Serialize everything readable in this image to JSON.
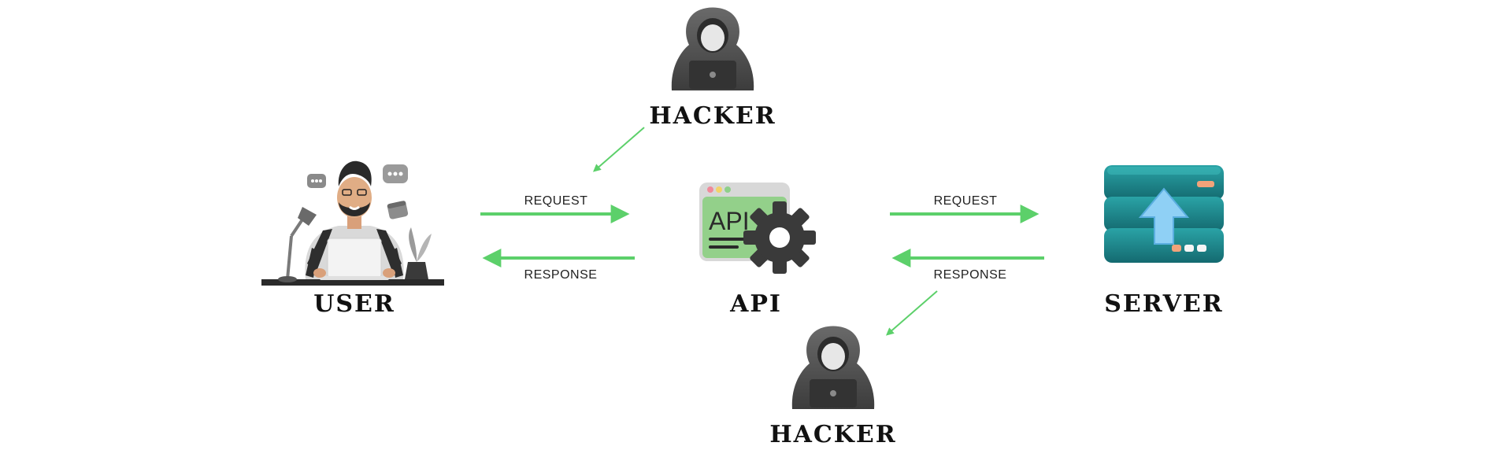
{
  "colors": {
    "arrow": "#5cd06a",
    "hacker_hood": "#4e4e4e",
    "server_teal": "#1f8a8f",
    "api_green": "#93d08a",
    "label": "#111111"
  },
  "nodes": {
    "user": {
      "label": "USER",
      "icon": "user-at-desk-icon"
    },
    "api": {
      "label": "API",
      "icon": "api-gear-icon",
      "window_text": "API"
    },
    "server": {
      "label": "SERVER",
      "icon": "server-stack-icon"
    },
    "hacker_top": {
      "label": "HACKER",
      "icon": "hooded-hacker-icon"
    },
    "hacker_bottom": {
      "label": "HACKER",
      "icon": "hooded-hacker-icon"
    }
  },
  "edges": {
    "user_to_api": {
      "label": "REQUEST"
    },
    "api_to_user": {
      "label": "RESPONSE"
    },
    "api_to_server": {
      "label": "REQUEST"
    },
    "server_to_api": {
      "label": "RESPONSE"
    }
  }
}
